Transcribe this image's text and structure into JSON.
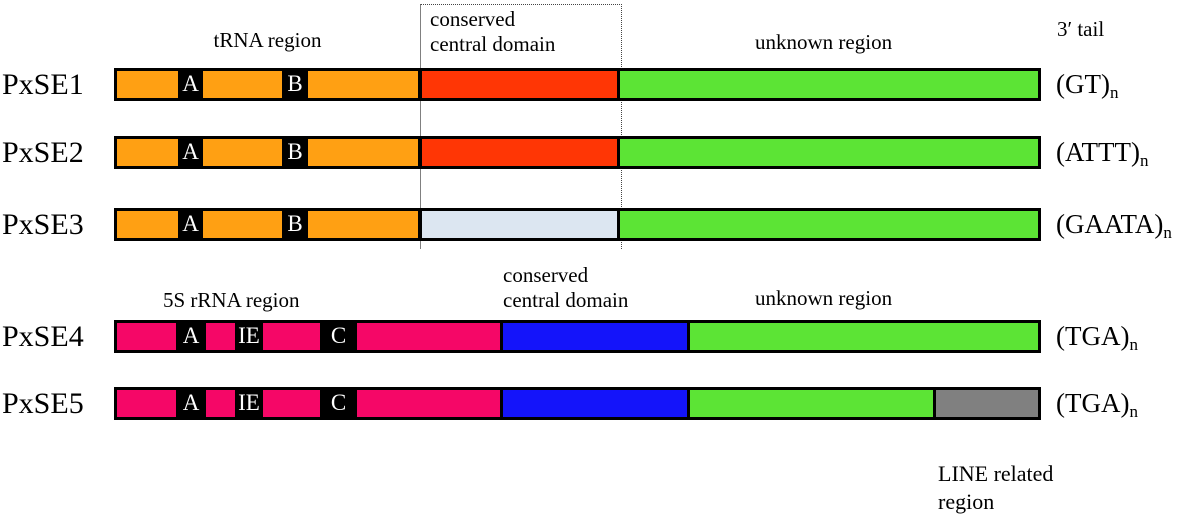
{
  "figure": {
    "top_header": {
      "trna_region": "tRNA region",
      "conserved_domain_line1": "conserved",
      "conserved_domain_line2": "central domain",
      "unknown_region": "unknown region",
      "tail": "3′ tail"
    },
    "mid_header": {
      "rrna_region": "5S rRNA region",
      "conserved_domain_line1": "conserved",
      "conserved_domain_line2": "central domain",
      "unknown_region": "unknown region"
    },
    "footer": {
      "line_related_line1": "LINE related",
      "line_related_line2": "region"
    },
    "rows": [
      {
        "label": "PxSE1",
        "boxes": [
          "A",
          "B"
        ],
        "tail_main": "(GT)",
        "tail_sub": "n"
      },
      {
        "label": "PxSE2",
        "boxes": [
          "A",
          "B"
        ],
        "tail_main": "(ATTT)",
        "tail_sub": "n"
      },
      {
        "label": "PxSE3",
        "boxes": [
          "A",
          "B"
        ],
        "tail_main": "(GAATA)",
        "tail_sub": "n"
      },
      {
        "label": "PxSE4",
        "boxes": [
          "A",
          "IE",
          "C"
        ],
        "tail_main": "(TGA)",
        "tail_sub": "n"
      },
      {
        "label": "PxSE5",
        "boxes": [
          "A",
          "IE",
          "C"
        ],
        "tail_main": "(TGA)",
        "tail_sub": "n"
      }
    ],
    "colors": {
      "trna_region": "#FFA013",
      "conserved_domain_red": "#FF3605",
      "conserved_domain_lost": "#DCE6F1",
      "unknown_region": "#5CE435",
      "rrna_region": "#F50767",
      "conserved_domain_blue": "#1414FA",
      "line_related_region": "#808080",
      "bar_outline": "#000000"
    }
  }
}
